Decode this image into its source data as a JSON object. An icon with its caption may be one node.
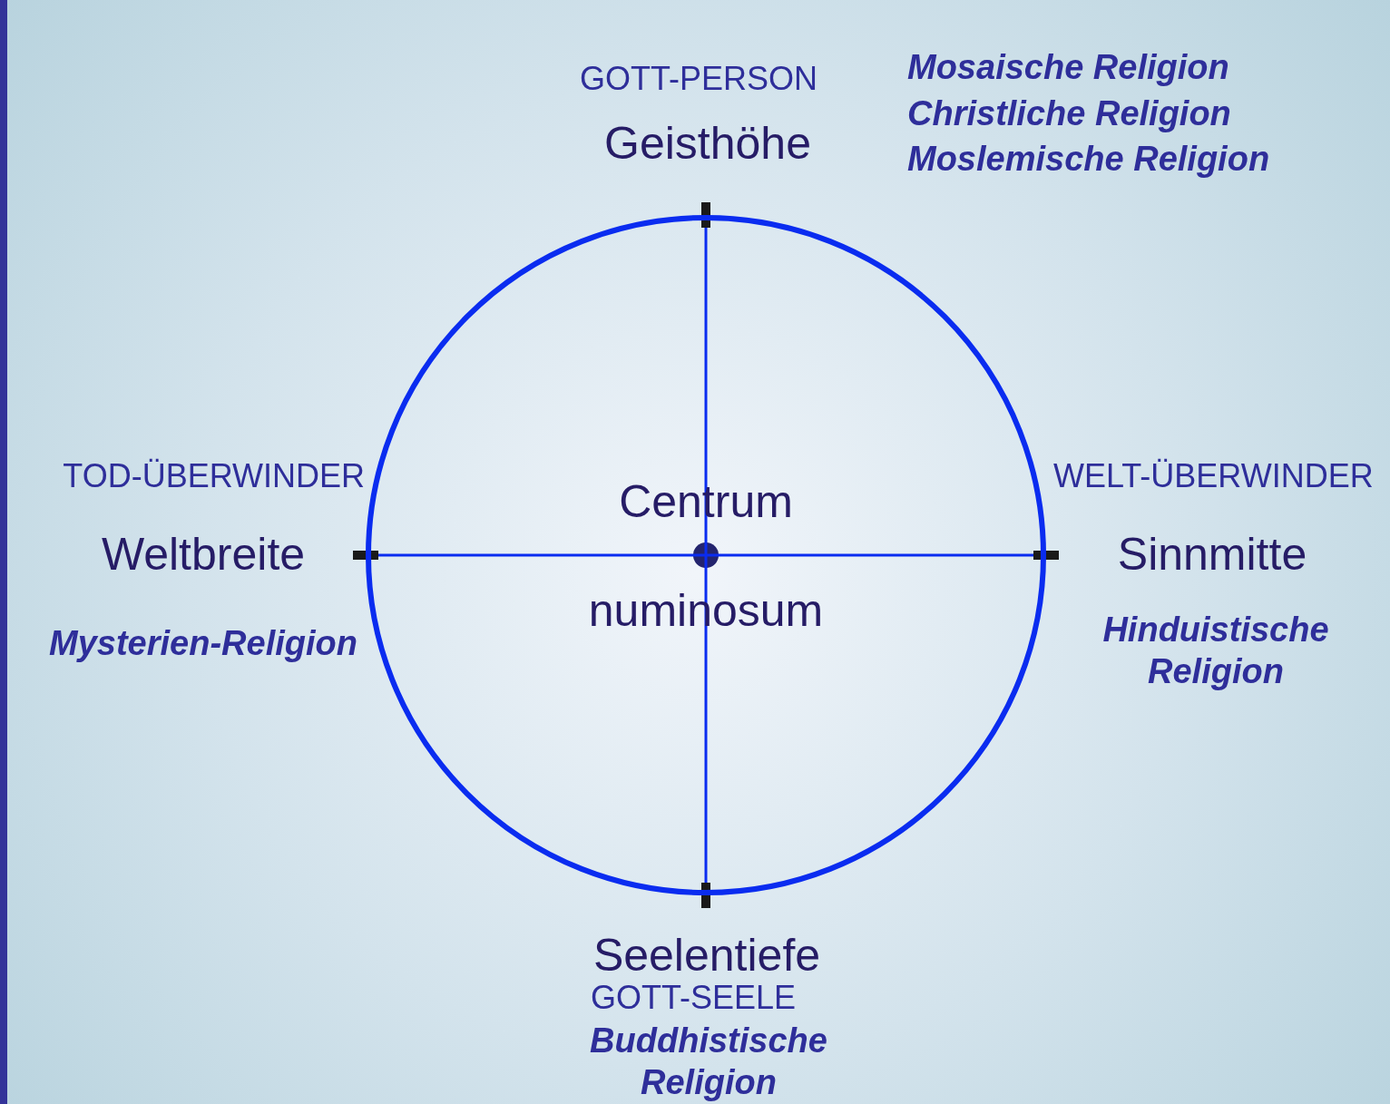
{
  "diagram": {
    "nodes": [
      {
        "text": [
          "Centrum",
          "numinosum"
        ]
      }
    ],
    "labels": [
      "GOTT-PERSON",
      "Mosaische Religion",
      "Christliche Religion",
      "Moslemische Religion",
      "Geisthöhe",
      "TOD-ÜBERWINDER",
      "WELT-ÜBERWINDER",
      "Weltbreite",
      "Sinnmitte",
      "Mysterien-Religion",
      "Hinduistische Religion",
      "Seelentiefe",
      "GOTT-SEELE",
      "Buddhistische Religion"
    ]
  }
}
